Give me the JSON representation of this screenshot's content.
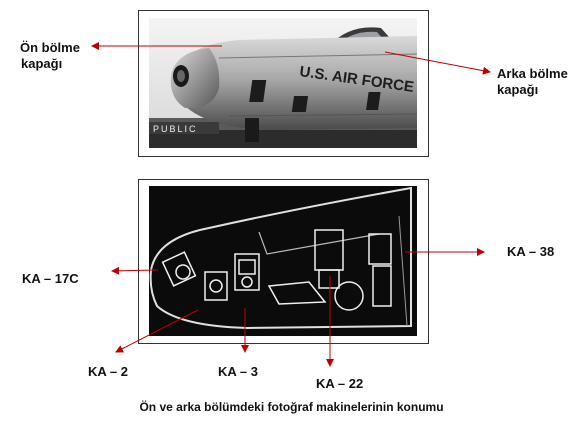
{
  "labels": {
    "front_hatch_line1": "Ön bölme",
    "front_hatch_line2": "kapağı",
    "rear_hatch_line1": "Arka bölme",
    "rear_hatch_line2": "kapağı",
    "ka17c": "KA – 17C",
    "ka38": "KA – 38",
    "ka2": "KA – 2",
    "ka3": "KA – 3",
    "ka22": "KA – 22"
  },
  "photo_text": {
    "fuselage_marking": "U.S. AIR FORCE",
    "sign": "PUBLIC"
  },
  "caption": "Ön ve arka bölümdeki fotoğraf makinelerinin konumu",
  "colors": {
    "arrow": "#c00000",
    "frame": "#333333"
  }
}
